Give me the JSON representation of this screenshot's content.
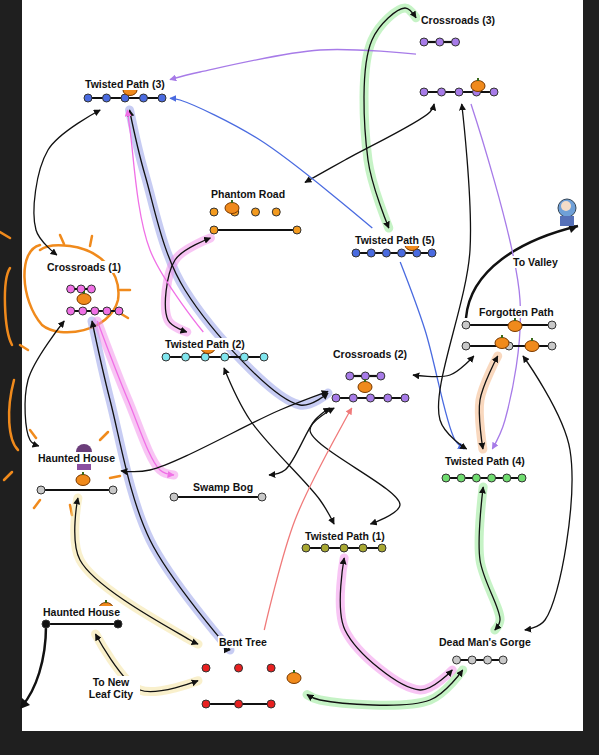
{
  "diagram": {
    "nodes": [
      {
        "text": [
          "Crossroads (3)"
        ]
      },
      {
        "text": [
          "Twisted Path (3)"
        ]
      },
      {
        "text": [
          "Phantom Road"
        ]
      },
      {
        "text": [
          "Twisted Path (5)"
        ]
      },
      {
        "text": [
          "Crossroads (1)"
        ]
      },
      {
        "text": [
          "Forgotten Path"
        ]
      },
      {
        "text": [
          "Twisted Path (2)"
        ]
      },
      {
        "text": [
          "Crossroads (2)"
        ]
      },
      {
        "text": [
          "Haunted House"
        ]
      },
      {
        "text": [
          "Swamp Bog"
        ]
      },
      {
        "text": [
          "Twisted Path (4)"
        ]
      },
      {
        "text": [
          "Twisted Path (1)"
        ]
      },
      {
        "text": [
          "Haunted House"
        ]
      },
      {
        "text": [
          "Dead Man's Gorge"
        ]
      },
      {
        "text": [
          "Bent Tree"
        ]
      }
    ],
    "edges": [
      {
        "from": 0,
        "to": 1,
        "arrow": "to"
      },
      {
        "from": 1,
        "to": 4,
        "arrow": "both"
      },
      {
        "from": 1,
        "to": 7,
        "arrow": "both"
      },
      {
        "from": 2,
        "to": 0,
        "arrow": "both"
      },
      {
        "from": 2,
        "to": 6,
        "arrow": "both"
      },
      {
        "from": 3,
        "to": 0,
        "arrow": "both"
      },
      {
        "from": 3,
        "to": 10,
        "arrow": "to"
      },
      {
        "from": 4,
        "to": 14,
        "arrow": "both"
      },
      {
        "from": 4,
        "to": 9,
        "arrow": "to"
      },
      {
        "from": 4,
        "to": 8,
        "arrow": "both"
      },
      {
        "from": 5,
        "to": 7,
        "arrow": "both"
      },
      {
        "from": 5,
        "to": 10,
        "arrow": "both"
      },
      {
        "from": 6,
        "to": 11,
        "arrow": "both"
      },
      {
        "from": 6,
        "to": 1,
        "arrow": "to"
      },
      {
        "from": 7,
        "to": 8,
        "arrow": "both"
      },
      {
        "from": 7,
        "to": 11,
        "arrow": "both"
      },
      {
        "from": 9,
        "to": 7,
        "arrow": "both"
      },
      {
        "from": 10,
        "to": 13,
        "arrow": "both"
      },
      {
        "from": 13,
        "to": 14,
        "arrow": "both"
      },
      {
        "from": 11,
        "to": 13,
        "arrow": "both"
      },
      {
        "from": 8,
        "to": 14,
        "arrow": "both"
      },
      {
        "from": 14,
        "to": 12,
        "arrow": "both"
      },
      {
        "from": 0,
        "to": 10,
        "arrow": "both"
      },
      {
        "from": 14,
        "to": 7,
        "arrow": "to"
      },
      {
        "from": 5,
        "to": 13,
        "arrow": "both"
      },
      {
        "from": 0,
        "to": 10,
        "arrow": "to"
      },
      {
        "from": 3,
        "to": 1,
        "arrow": "to"
      }
    ],
    "labels": [
      "To Valley",
      "To New Leaf City"
    ]
  }
}
